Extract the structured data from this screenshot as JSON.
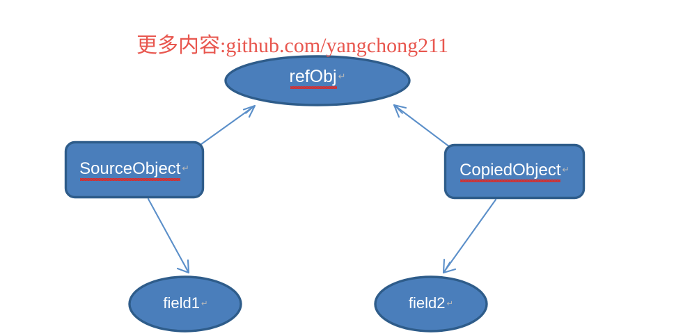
{
  "diagram": {
    "title_watermark": "更多内容:github.com/yangchong211",
    "background_color": "#ffffff",
    "node_fill": "#4a7ebb",
    "node_border": "#2e5c8a",
    "node_text_color": "#ffffff",
    "arrow_color": "#5b8fc9",
    "watermark_color": "#e8574f",
    "spellcheck_underline_color": "#d42f2f",
    "paragraph_mark": "↵",
    "nodes": [
      {
        "id": "refobj",
        "label": "refObj",
        "shape": "ellipse",
        "spellchecked": true,
        "has_paragraph_mark": true
      },
      {
        "id": "sourceobject",
        "label": "SourceObject",
        "shape": "rounded-rectangle",
        "spellchecked": true,
        "has_paragraph_mark": true
      },
      {
        "id": "copiedobject",
        "label": "CopiedObject",
        "shape": "rounded-rectangle",
        "spellchecked": true,
        "has_paragraph_mark": true
      },
      {
        "id": "field1",
        "label": "field1",
        "shape": "ellipse",
        "spellchecked": false,
        "has_paragraph_mark": true
      },
      {
        "id": "field2",
        "label": "field2",
        "shape": "ellipse",
        "spellchecked": false,
        "has_paragraph_mark": true
      }
    ],
    "edges": [
      {
        "id": "source-to-refobj",
        "from": "sourceobject",
        "to": "refobj",
        "direction": "up-right",
        "arrowhead": "target"
      },
      {
        "id": "copied-to-refobj",
        "from": "copiedobject",
        "to": "refobj",
        "direction": "up-left",
        "arrowhead": "target"
      },
      {
        "id": "source-to-field1",
        "from": "sourceobject",
        "to": "field1",
        "direction": "down-right",
        "arrowhead": "target"
      },
      {
        "id": "copied-to-field2",
        "from": "copiedobject",
        "to": "field2",
        "direction": "down-left",
        "arrowhead": "target"
      }
    ]
  }
}
